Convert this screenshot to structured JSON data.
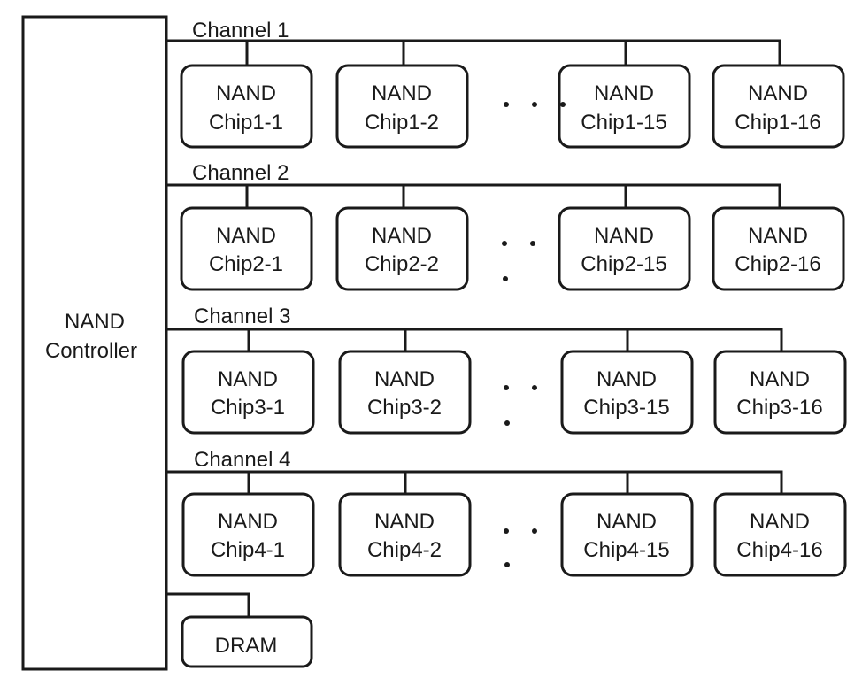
{
  "controller": {
    "line1": "NAND",
    "line2": "Controller"
  },
  "channels": [
    {
      "label": "Channel 1",
      "chips": [
        {
          "line1": "NAND",
          "line2": "Chip1-1"
        },
        {
          "line1": "NAND",
          "line2": "Chip1-2"
        },
        {
          "line1": "NAND",
          "line2": "Chip1-15"
        },
        {
          "line1": "NAND",
          "line2": "Chip1-16"
        }
      ]
    },
    {
      "label": "Channel 2",
      "chips": [
        {
          "line1": "NAND",
          "line2": "Chip2-1"
        },
        {
          "line1": "NAND",
          "line2": "Chip2-2"
        },
        {
          "line1": "NAND",
          "line2": "Chip2-15"
        },
        {
          "line1": "NAND",
          "line2": "Chip2-16"
        }
      ]
    },
    {
      "label": "Channel 3",
      "chips": [
        {
          "line1": "NAND",
          "line2": "Chip3-1"
        },
        {
          "line1": "NAND",
          "line2": "Chip3-2"
        },
        {
          "line1": "NAND",
          "line2": "Chip3-15"
        },
        {
          "line1": "NAND",
          "line2": "Chip3-16"
        }
      ]
    },
    {
      "label": "Channel 4",
      "chips": [
        {
          "line1": "NAND",
          "line2": "Chip4-1"
        },
        {
          "line1": "NAND",
          "line2": "Chip4-2"
        },
        {
          "line1": "NAND",
          "line2": "Chip4-15"
        },
        {
          "line1": "NAND",
          "line2": "Chip4-16"
        }
      ]
    }
  ],
  "dram": {
    "label": "DRAM"
  }
}
